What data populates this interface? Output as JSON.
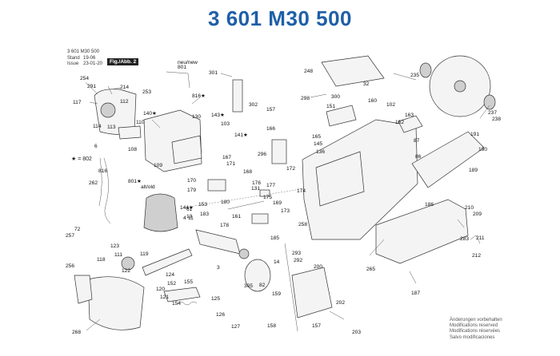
{
  "title": "3 601 M30 500",
  "header": {
    "model": "3 601 M30 500",
    "stand_label": "Stand",
    "stand_value": "19-06",
    "issue_label": "Issue",
    "issue_value": "23-01-20",
    "figure_label": "Fig./Abb. 2"
  },
  "new_label": "neu/new",
  "legend_text": "★ = 802",
  "alt_old": "alt/old",
  "disclaimer": [
    "Änderungen vorbehalten",
    "Modifications reserved",
    "Modifications réservées",
    "Salvo modificaciones"
  ],
  "parts": [
    {
      "id": "254",
      "label": "254"
    },
    {
      "id": "291",
      "label": "291"
    },
    {
      "id": "214",
      "label": "214"
    },
    {
      "id": "117",
      "label": "117"
    },
    {
      "id": "112",
      "label": "112"
    },
    {
      "id": "253",
      "label": "253"
    },
    {
      "id": "801",
      "label": "801"
    },
    {
      "id": "816a",
      "label": "816★"
    },
    {
      "id": "140",
      "label": "140★"
    },
    {
      "id": "110",
      "label": "110"
    },
    {
      "id": "130",
      "label": "130"
    },
    {
      "id": "143",
      "label": "143★"
    },
    {
      "id": "103",
      "label": "103"
    },
    {
      "id": "114",
      "label": "114"
    },
    {
      "id": "113",
      "label": "113"
    },
    {
      "id": "6",
      "label": "6"
    },
    {
      "id": "108",
      "label": "108"
    },
    {
      "id": "109",
      "label": "109"
    },
    {
      "id": "816b",
      "label": "816"
    },
    {
      "id": "801b",
      "label": "801★"
    },
    {
      "id": "262",
      "label": "262"
    },
    {
      "id": "301",
      "label": "301"
    },
    {
      "id": "302",
      "label": "302"
    },
    {
      "id": "157",
      "label": "157"
    },
    {
      "id": "141",
      "label": "141★"
    },
    {
      "id": "167",
      "label": "167"
    },
    {
      "id": "171",
      "label": "171"
    },
    {
      "id": "168",
      "label": "168"
    },
    {
      "id": "170",
      "label": "170"
    },
    {
      "id": "179",
      "label": "179"
    },
    {
      "id": "144",
      "label": "144★"
    },
    {
      "id": "4",
      "label": "4"
    },
    {
      "id": "13",
      "label": "13"
    },
    {
      "id": "153",
      "label": "153"
    },
    {
      "id": "183",
      "label": "183"
    },
    {
      "id": "180",
      "label": "180"
    },
    {
      "id": "161",
      "label": "161"
    },
    {
      "id": "178",
      "label": "178"
    },
    {
      "id": "166",
      "label": "166"
    },
    {
      "id": "296",
      "label": "296"
    },
    {
      "id": "176",
      "label": "176"
    },
    {
      "id": "177",
      "label": "177"
    },
    {
      "id": "131",
      "label": "131"
    },
    {
      "id": "175",
      "label": "175"
    },
    {
      "id": "169",
      "label": "169"
    },
    {
      "id": "173",
      "label": "173"
    },
    {
      "id": "172",
      "label": "172"
    },
    {
      "id": "174",
      "label": "174"
    },
    {
      "id": "185",
      "label": "185"
    },
    {
      "id": "258",
      "label": "258"
    },
    {
      "id": "248",
      "label": "248"
    },
    {
      "id": "32",
      "label": "32"
    },
    {
      "id": "298",
      "label": "298"
    },
    {
      "id": "300",
      "label": "300"
    },
    {
      "id": "151",
      "label": "151"
    },
    {
      "id": "160",
      "label": "160"
    },
    {
      "id": "102",
      "label": "102"
    },
    {
      "id": "165",
      "label": "165"
    },
    {
      "id": "145",
      "label": "145"
    },
    {
      "id": "136",
      "label": "136"
    },
    {
      "id": "235",
      "label": "235"
    },
    {
      "id": "237",
      "label": "237"
    },
    {
      "id": "238",
      "label": "238"
    },
    {
      "id": "162",
      "label": "162"
    },
    {
      "id": "163",
      "label": "163"
    },
    {
      "id": "191",
      "label": "191"
    },
    {
      "id": "190",
      "label": "190"
    },
    {
      "id": "87",
      "label": "87"
    },
    {
      "id": "86",
      "label": "86"
    },
    {
      "id": "189",
      "label": "189"
    },
    {
      "id": "186",
      "label": "186"
    },
    {
      "id": "210",
      "label": "210"
    },
    {
      "id": "209",
      "label": "209"
    },
    {
      "id": "283",
      "label": "283"
    },
    {
      "id": "211",
      "label": "211"
    },
    {
      "id": "212",
      "label": "212"
    },
    {
      "id": "72",
      "label": "72"
    },
    {
      "id": "257",
      "label": "257"
    },
    {
      "id": "256",
      "label": "256"
    },
    {
      "id": "123",
      "label": "123"
    },
    {
      "id": "111",
      "label": "111"
    },
    {
      "id": "118",
      "label": "118"
    },
    {
      "id": "122",
      "label": "122"
    },
    {
      "id": "119",
      "label": "119"
    },
    {
      "id": "124",
      "label": "124"
    },
    {
      "id": "155",
      "label": "155"
    },
    {
      "id": "3",
      "label": "3"
    },
    {
      "id": "305",
      "label": "305"
    },
    {
      "id": "82",
      "label": "82"
    },
    {
      "id": "293",
      "label": "293"
    },
    {
      "id": "14",
      "label": "14"
    },
    {
      "id": "292",
      "label": "292"
    },
    {
      "id": "200",
      "label": "200"
    },
    {
      "id": "159",
      "label": "159"
    },
    {
      "id": "152",
      "label": "152"
    },
    {
      "id": "120",
      "label": "120"
    },
    {
      "id": "121",
      "label": "121"
    },
    {
      "id": "154",
      "label": "154"
    },
    {
      "id": "125",
      "label": "125"
    },
    {
      "id": "126",
      "label": "126"
    },
    {
      "id": "127",
      "label": "127"
    },
    {
      "id": "268",
      "label": "268"
    },
    {
      "id": "202",
      "label": "202"
    },
    {
      "id": "158",
      "label": "158"
    },
    {
      "id": "157b",
      "label": "157"
    },
    {
      "id": "203",
      "label": "203"
    },
    {
      "id": "265",
      "label": "265"
    },
    {
      "id": "187",
      "label": "187"
    },
    {
      "id": "61",
      "label": "61"
    },
    {
      "id": "11",
      "label": "11"
    }
  ]
}
